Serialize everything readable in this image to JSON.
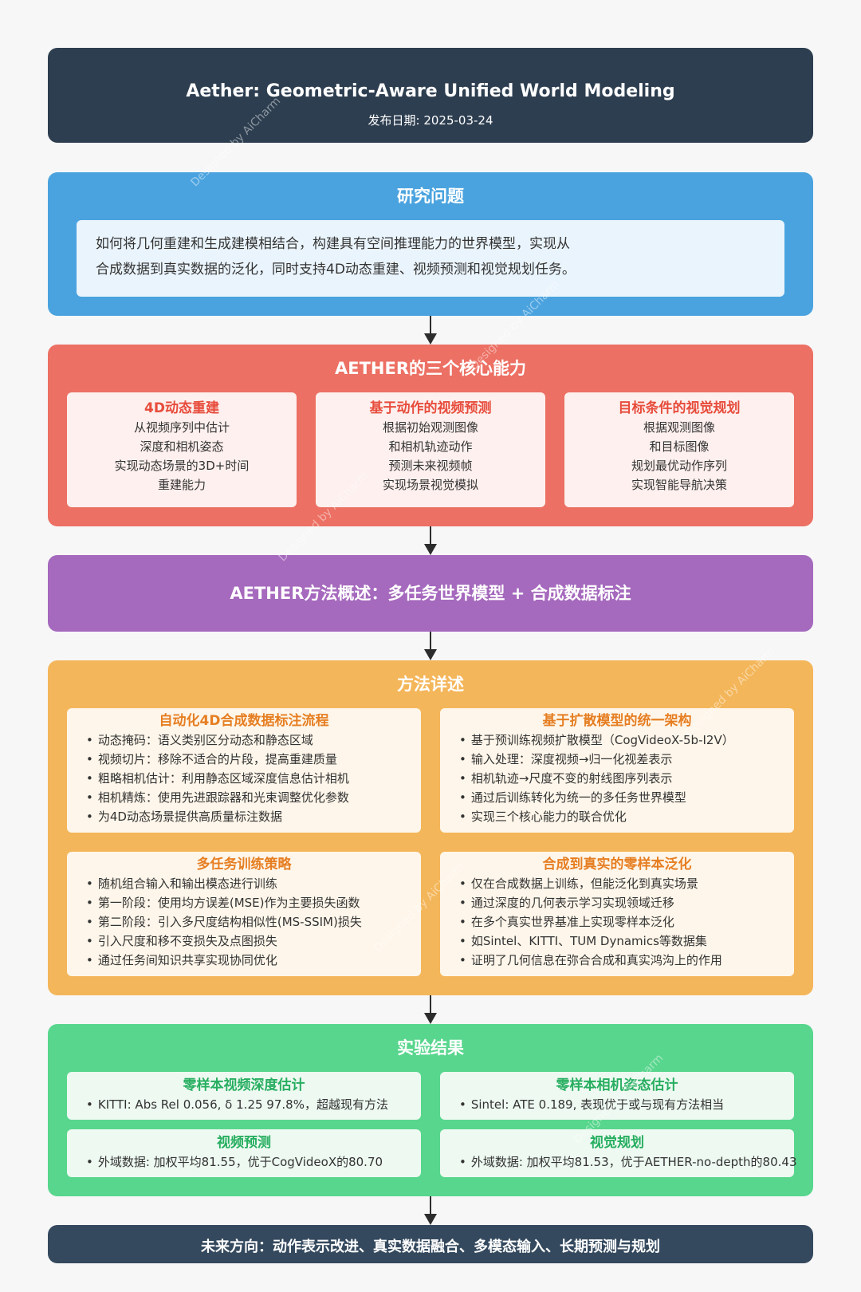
{
  "header": {
    "title": "Aether: Geometric-Aware Unified World Modeling",
    "date": "发布日期: 2025-03-24"
  },
  "problem": {
    "title": "研究问题",
    "lines": [
      "如何将几何重建和生成建模相结合，构建具有空间推理能力的世界模型，实现从",
      "合成数据到真实数据的泛化，同时支持4D动态重建、视频预测和视觉规划任务。"
    ]
  },
  "capabilities": {
    "title": "AETHER的三个核心能力",
    "cards": [
      {
        "heading": "4D动态重建",
        "lines": [
          "从视频序列中估计",
          "深度和相机姿态",
          "实现动态场景的3D+时间",
          "重建能力"
        ]
      },
      {
        "heading": "基于动作的视频预测",
        "lines": [
          "根据初始观测图像",
          "和相机轨迹动作",
          "预测未来视频帧",
          "实现场景视觉模拟"
        ]
      },
      {
        "heading": "目标条件的视觉规划",
        "lines": [
          "根据观测图像",
          "和目标图像",
          "规划最优动作序列",
          "实现智能导航决策"
        ]
      }
    ]
  },
  "overview": {
    "title": "AETHER方法概述：多任务世界模型 + 合成数据标注"
  },
  "details": {
    "title": "方法详述",
    "cards": [
      {
        "heading": "自动化4D合成数据标注流程",
        "items": [
          "动态掩码：语义类别区分动态和静态区域",
          "视频切片：移除不适合的片段，提高重建质量",
          "粗略相机估计：利用静态区域深度信息估计相机",
          "相机精炼：使用先进跟踪器和光束调整优化参数",
          "为4D动态场景提供高质量标注数据"
        ]
      },
      {
        "heading": "基于扩散模型的统一架构",
        "items": [
          "基于预训练视频扩散模型（CogVideoX-5b-I2V）",
          "输入处理：深度视频→归一化视差表示",
          "相机轨迹→尺度不变的射线图序列表示",
          "通过后训练转化为统一的多任务世界模型",
          "实现三个核心能力的联合优化"
        ]
      },
      {
        "heading": "多任务训练策略",
        "items": [
          "随机组合输入和输出模态进行训练",
          "第一阶段：使用均方误差(MSE)作为主要损失函数",
          "第二阶段：引入多尺度结构相似性(MS-SSIM)损失",
          "引入尺度和移不变损失及点图损失",
          "通过任务间知识共享实现协同优化"
        ]
      },
      {
        "heading": "合成到真实的零样本泛化",
        "items": [
          "仅在合成数据上训练，但能泛化到真实场景",
          "通过深度的几何表示学习实现领域迁移",
          "在多个真实世界基准上实现零样本泛化",
          "如Sintel、KITTI、TUM Dynamics等数据集",
          "证明了几何信息在弥合合成和真实鸿沟上的作用"
        ]
      }
    ]
  },
  "results": {
    "title": "实验结果",
    "cards": [
      {
        "heading": "零样本视频深度估计",
        "line": "KITTI: Abs Rel 0.056, δ 1.25 97.8%，超越现有方法"
      },
      {
        "heading": "零样本相机姿态估计",
        "line": "Sintel: ATE 0.189, 表现优于或与现有方法相当"
      },
      {
        "heading": "视频预测",
        "line": "外域数据: 加权平均81.55，优于CogVideoX的80.70"
      },
      {
        "heading": "视觉规划",
        "line": "外域数据: 加权平均81.53，优于AETHER-no-depth的80.43"
      }
    ]
  },
  "future": {
    "title": "未来方向：动作表示改进、真实数据融合、多模态输入、长期预测与规划"
  },
  "watermark": "Designed by AiCharm",
  "colors": {
    "header": "#2d3e50",
    "problem": "#4aa3df",
    "capabilities": "#ec7063",
    "overview": "#a569bd",
    "details": "#f4b65a",
    "results": "#58d68d",
    "future": "#34495e"
  }
}
